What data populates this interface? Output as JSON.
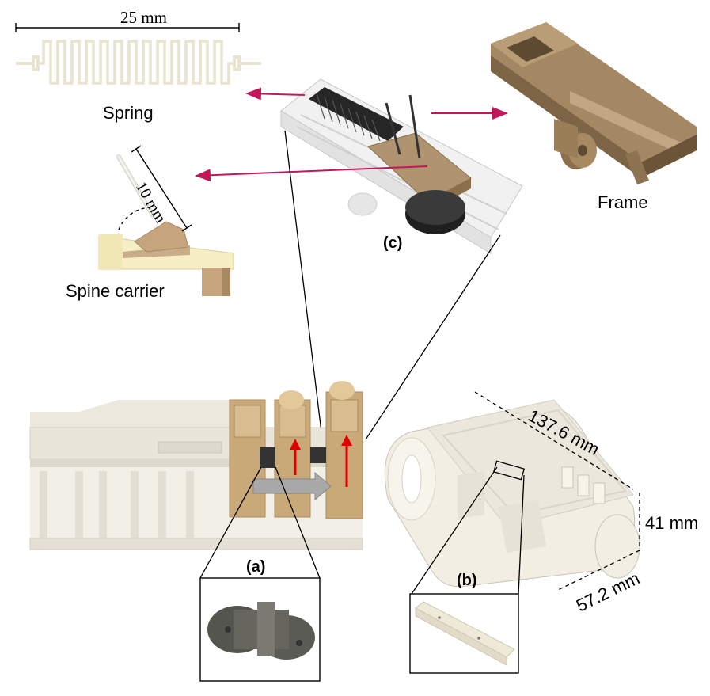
{
  "labels": {
    "spring_dim": "25 mm",
    "spring": "Spring",
    "spine_dim": "10 mm",
    "spine_carrier": "Spine carrier",
    "frame": "Frame",
    "panel_c": "(c)",
    "panel_a": "(a)",
    "panel_b": "(b)",
    "length_dim": "137.6 mm",
    "height_dim": "41 mm",
    "width_dim": "57.2 mm"
  },
  "colors": {
    "arrow_magenta": "#c2185b",
    "arrow_red": "#e00000",
    "wood": "#b59a72",
    "wood_dark": "#8a6f4a",
    "frame_brown": "#8b7350",
    "cream": "#f3efc9",
    "track_gray": "#e9e6de",
    "dark_part": "#2b2b2b"
  }
}
